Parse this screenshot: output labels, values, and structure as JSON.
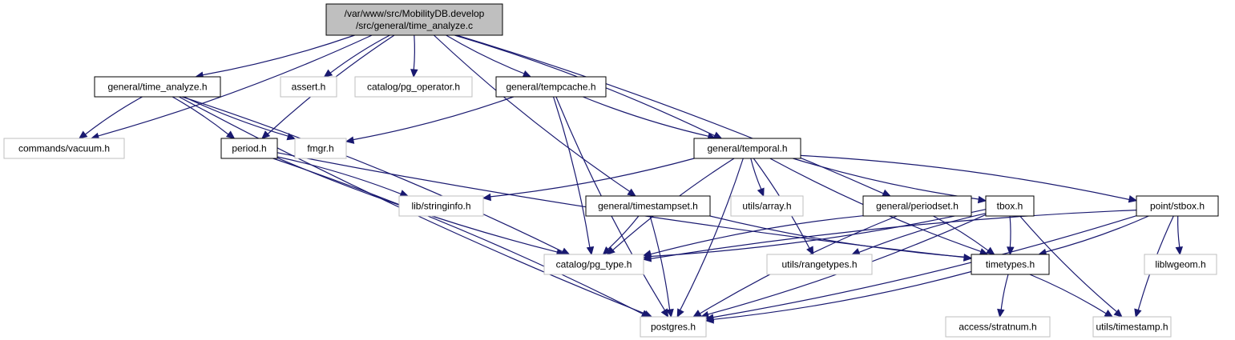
{
  "colors": {
    "edge": "#191970",
    "node_border_normal": "#000000",
    "node_border_external": "#bfbfbf",
    "node_fill": "#ffffff",
    "node_fill_root": "#bfbfbf",
    "background": "#ffffff"
  },
  "nodes": [
    {
      "id": "root",
      "lines": [
        "/var/www/src/MobilityDB.develop",
        "/src/general/time_analyze.c"
      ],
      "kind": "root"
    },
    {
      "id": "time_analyze_h",
      "lines": [
        "general/time_analyze.h"
      ],
      "kind": "normal"
    },
    {
      "id": "assert",
      "lines": [
        "assert.h"
      ],
      "kind": "external"
    },
    {
      "id": "pg_operator",
      "lines": [
        "catalog/pg_operator.h"
      ],
      "kind": "external"
    },
    {
      "id": "tempcache",
      "lines": [
        "general/tempcache.h"
      ],
      "kind": "normal"
    },
    {
      "id": "vacuum",
      "lines": [
        "commands/vacuum.h"
      ],
      "kind": "external"
    },
    {
      "id": "period",
      "lines": [
        "period.h"
      ],
      "kind": "normal"
    },
    {
      "id": "fmgr",
      "lines": [
        "fmgr.h"
      ],
      "kind": "external"
    },
    {
      "id": "temporal",
      "lines": [
        "general/temporal.h"
      ],
      "kind": "normal"
    },
    {
      "id": "stringinfo",
      "lines": [
        "lib/stringinfo.h"
      ],
      "kind": "external"
    },
    {
      "id": "array",
      "lines": [
        "utils/array.h"
      ],
      "kind": "external"
    },
    {
      "id": "timestampset",
      "lines": [
        "general/timestampset.h"
      ],
      "kind": "normal"
    },
    {
      "id": "periodset",
      "lines": [
        "general/periodset.h"
      ],
      "kind": "normal"
    },
    {
      "id": "tbox",
      "lines": [
        "tbox.h"
      ],
      "kind": "normal"
    },
    {
      "id": "stbox",
      "lines": [
        "point/stbox.h"
      ],
      "kind": "normal"
    },
    {
      "id": "pg_type",
      "lines": [
        "catalog/pg_type.h"
      ],
      "kind": "external"
    },
    {
      "id": "rangetypes",
      "lines": [
        "utils/rangetypes.h"
      ],
      "kind": "external"
    },
    {
      "id": "timetypes",
      "lines": [
        "timetypes.h"
      ],
      "kind": "normal"
    },
    {
      "id": "liblwgeom",
      "lines": [
        "liblwgeom.h"
      ],
      "kind": "external"
    },
    {
      "id": "postgres",
      "lines": [
        "postgres.h"
      ],
      "kind": "external"
    },
    {
      "id": "stratnum",
      "lines": [
        "access/stratnum.h"
      ],
      "kind": "external"
    },
    {
      "id": "timestamp",
      "lines": [
        "utils/timestamp.h"
      ],
      "kind": "external"
    }
  ],
  "edges": [
    [
      "root",
      "time_analyze_h"
    ],
    [
      "root",
      "assert"
    ],
    [
      "root",
      "pg_operator"
    ],
    [
      "root",
      "tempcache"
    ],
    [
      "root",
      "vacuum"
    ],
    [
      "root",
      "period"
    ],
    [
      "root",
      "temporal"
    ],
    [
      "root",
      "timestampset"
    ],
    [
      "root",
      "periodset"
    ],
    [
      "time_analyze_h",
      "vacuum"
    ],
    [
      "time_analyze_h",
      "period"
    ],
    [
      "time_analyze_h",
      "fmgr"
    ],
    [
      "time_analyze_h",
      "pg_type"
    ],
    [
      "time_analyze_h",
      "postgres"
    ],
    [
      "tempcache",
      "fmgr"
    ],
    [
      "tempcache",
      "temporal"
    ],
    [
      "tempcache",
      "pg_type"
    ],
    [
      "tempcache",
      "postgres"
    ],
    [
      "period",
      "stringinfo"
    ],
    [
      "period",
      "pg_type"
    ],
    [
      "period",
      "postgres"
    ],
    [
      "period",
      "timetypes"
    ],
    [
      "temporal",
      "stringinfo"
    ],
    [
      "temporal",
      "array"
    ],
    [
      "temporal",
      "rangetypes"
    ],
    [
      "temporal",
      "tbox"
    ],
    [
      "temporal",
      "stbox"
    ],
    [
      "temporal",
      "pg_type"
    ],
    [
      "temporal",
      "postgres"
    ],
    [
      "temporal",
      "timetypes"
    ],
    [
      "timestampset",
      "pg_type"
    ],
    [
      "timestampset",
      "timetypes"
    ],
    [
      "timestampset",
      "postgres"
    ],
    [
      "periodset",
      "pg_type"
    ],
    [
      "periodset",
      "timetypes"
    ],
    [
      "periodset",
      "postgres"
    ],
    [
      "tbox",
      "pg_type"
    ],
    [
      "tbox",
      "rangetypes"
    ],
    [
      "tbox",
      "timetypes"
    ],
    [
      "tbox",
      "timestamp"
    ],
    [
      "tbox",
      "postgres"
    ],
    [
      "stbox",
      "pg_type"
    ],
    [
      "stbox",
      "timetypes"
    ],
    [
      "stbox",
      "liblwgeom"
    ],
    [
      "stbox",
      "postgres"
    ],
    [
      "stbox",
      "timestamp"
    ],
    [
      "timetypes",
      "postgres"
    ],
    [
      "timetypes",
      "stratnum"
    ],
    [
      "timetypes",
      "timestamp"
    ]
  ]
}
